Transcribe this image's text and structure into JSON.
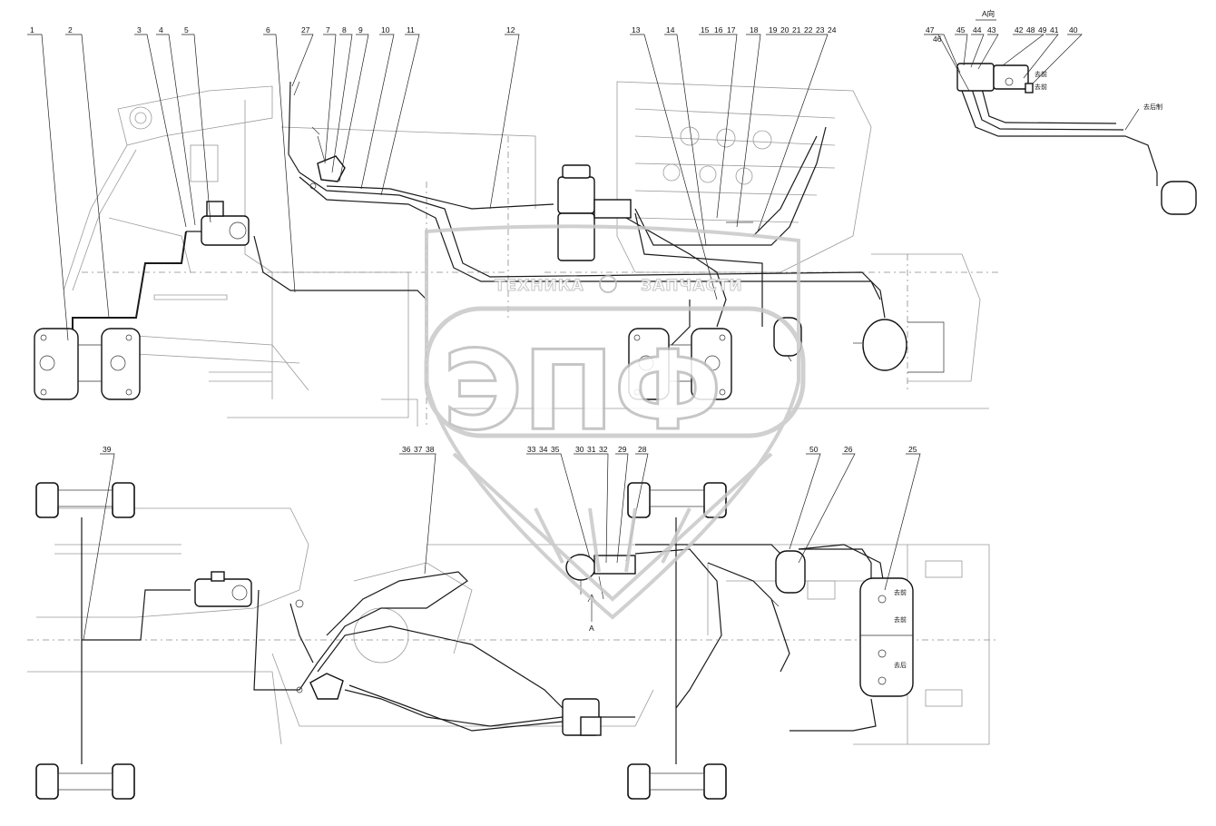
{
  "diagram": {
    "callouts_top": [
      "1",
      "2",
      "3",
      "4",
      "5",
      "6",
      "27",
      "7",
      "8",
      "9",
      "10",
      "11",
      "12",
      "13",
      "14",
      "15",
      "16",
      "17",
      "18",
      "19",
      "20",
      "21",
      "22",
      "23",
      "24"
    ],
    "callouts_inset": [
      "47",
      "46",
      "45",
      "44",
      "43",
      "42",
      "48",
      "49",
      "41",
      "40"
    ],
    "callouts_bottom": [
      "39",
      "36",
      "37",
      "38",
      "33",
      "34",
      "35",
      "30",
      "31",
      "32",
      "29",
      "28",
      "50",
      "26",
      "25"
    ],
    "inset_label": "A向",
    "view_marker": "A",
    "watermark": {
      "logo_text": "ЭПФ",
      "banner_left": "ТЕХНИКА",
      "banner_right": "ЗАПЧАСТИ"
    }
  }
}
